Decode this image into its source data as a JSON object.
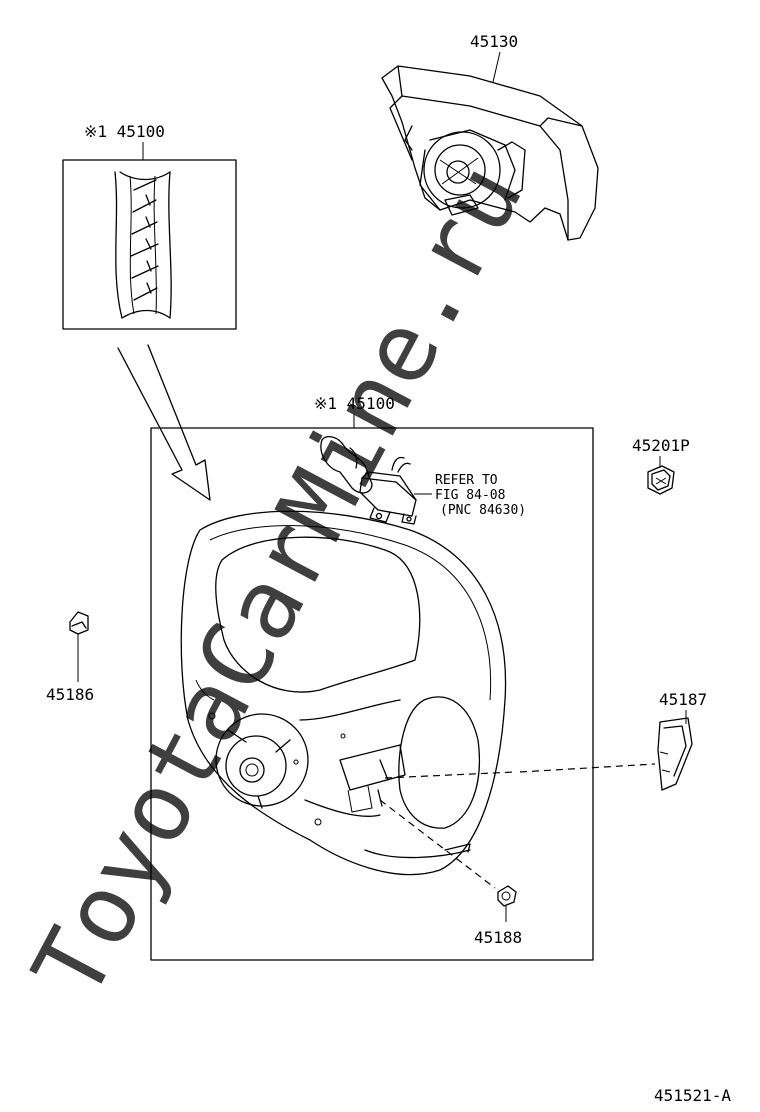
{
  "watermark": "ToyotaCarMine.ru",
  "labels": {
    "pad": "45130",
    "inset": "※1 45100",
    "wheel": "※1 45100",
    "nut": "45201P",
    "cover_left": "45186",
    "cover_right": "45187",
    "screw": "45188"
  },
  "refer_note": [
    "REFER TO",
    "FIG 84-08",
    "(PNC 84630)"
  ],
  "figure_id": "451521-A"
}
